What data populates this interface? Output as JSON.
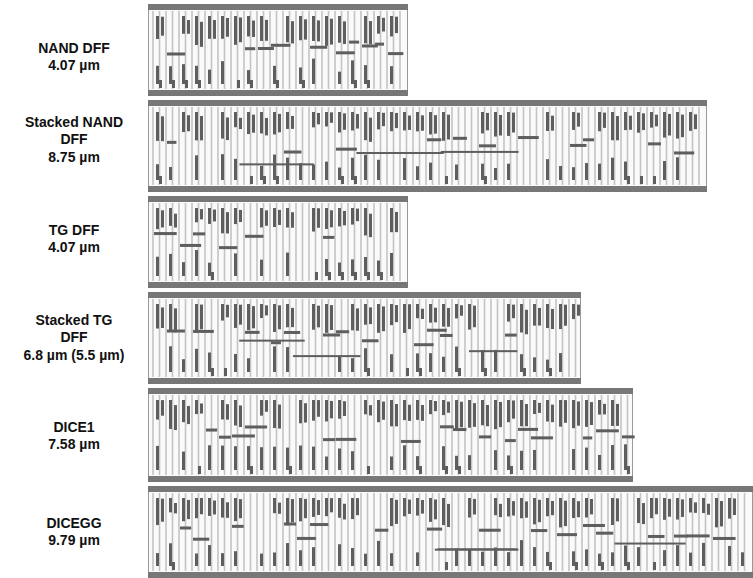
{
  "diagram": {
    "labels": [
      "NAND DFF",
      "4.07 µm",
      "Stacked NAND DFF",
      "8.75 µm",
      "TG DFF",
      "4.07 µm",
      "Stacked TG DFF",
      "6.8 µm (5.5 µm)",
      "DICE1",
      "7.58 µm",
      "DICEGG",
      "9.79 µm"
    ]
  }
}
